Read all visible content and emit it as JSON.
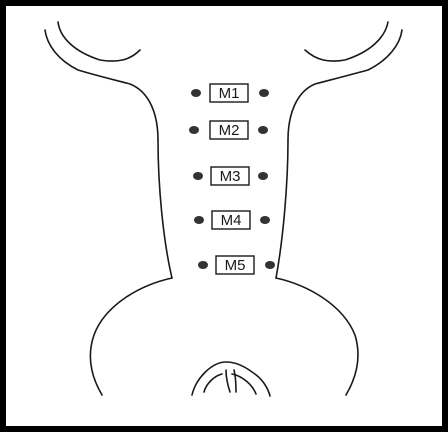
{
  "diagram": {
    "points": [
      {
        "label": "M1"
      },
      {
        "label": "M2"
      },
      {
        "label": "M3"
      },
      {
        "label": "M4"
      },
      {
        "label": "M5"
      }
    ]
  }
}
